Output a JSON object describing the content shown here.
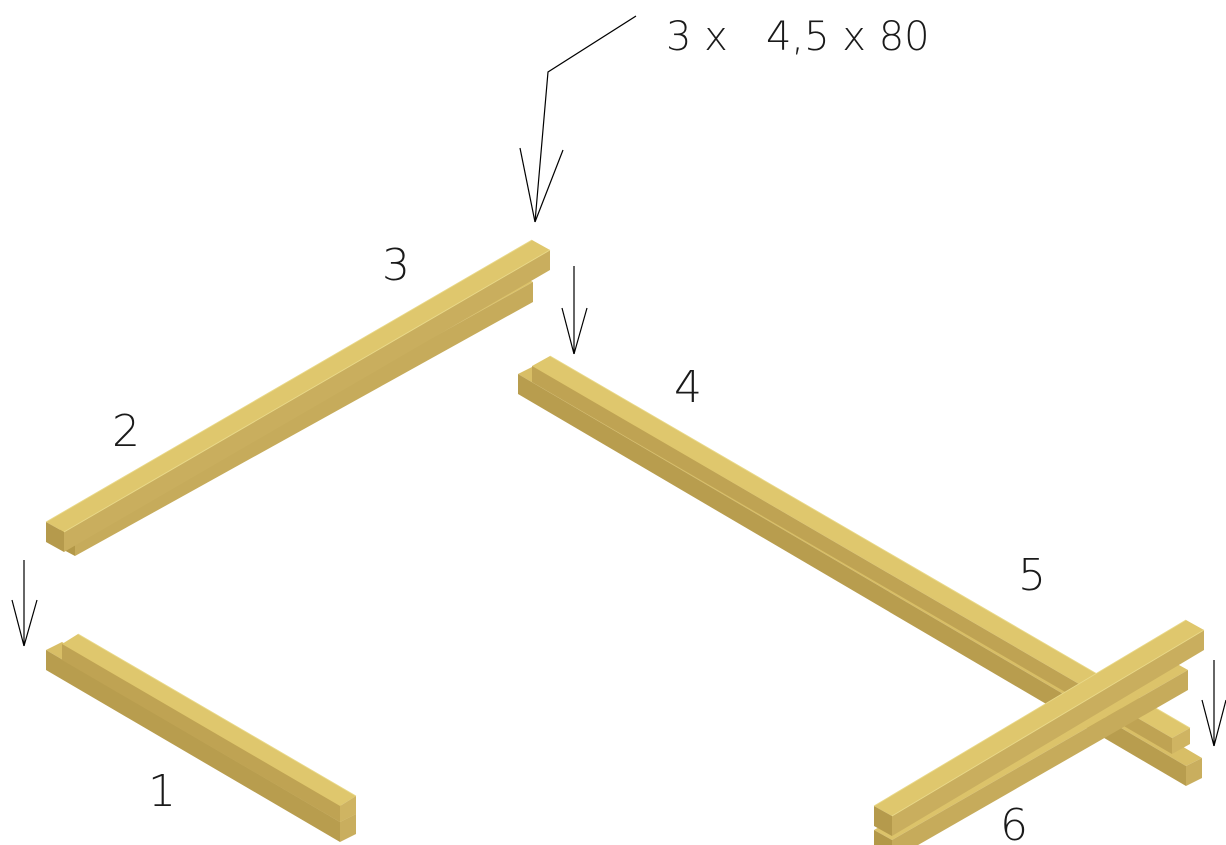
{
  "diagram": {
    "spec_label": "3 x   4,5 x 80",
    "part_labels": [
      "1",
      "2",
      "3",
      "4",
      "5",
      "6"
    ],
    "colors": {
      "wood_top": "#dcc36a",
      "wood_side_light": "#c8ad5c",
      "wood_side_dark": "#b59a4c",
      "edge_highlight": "#eee08e",
      "ink": "#000000"
    }
  }
}
